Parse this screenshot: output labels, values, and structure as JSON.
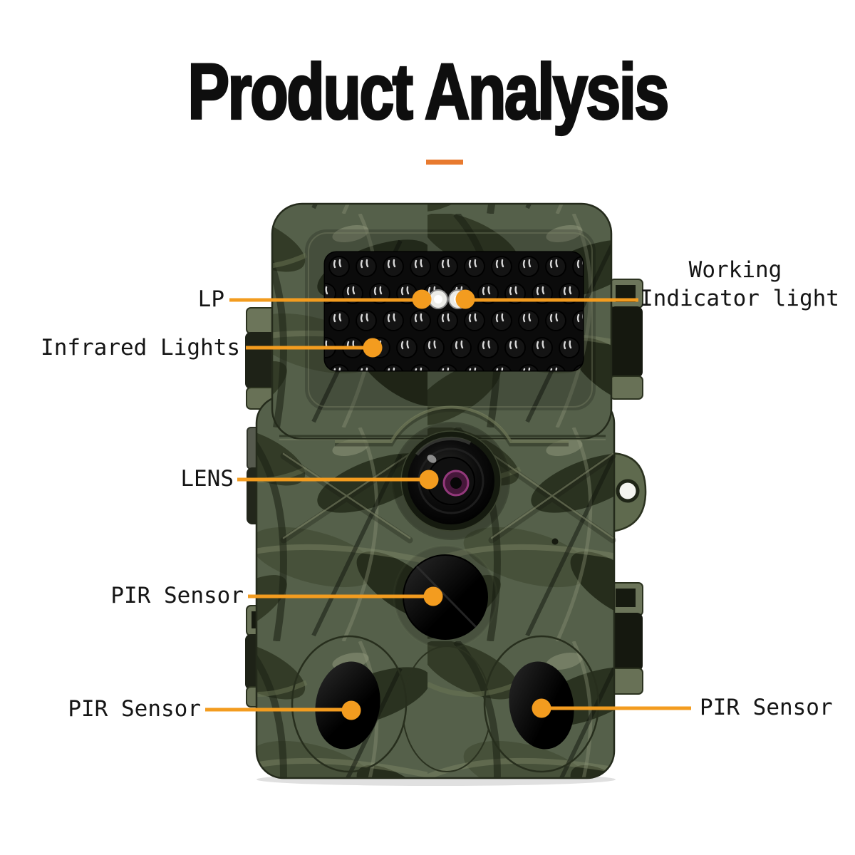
{
  "title": "Product Analysis",
  "theme": {
    "accent": "#F39C1F",
    "dash": "#E87A2F",
    "label_color": "#151515",
    "title_color": "#0E0E0E"
  },
  "callouts": {
    "lp": "LP",
    "working_indicator_line1": "Working",
    "working_indicator_line2": "Indicator light",
    "infrared_lights": "Infrared Lights",
    "lens": "LENS",
    "pir_sensor_middle": "PIR Sensor",
    "pir_sensor_bottom_left": "PIR Sensor",
    "pir_sensor_bottom_right": "PIR Sensor"
  }
}
